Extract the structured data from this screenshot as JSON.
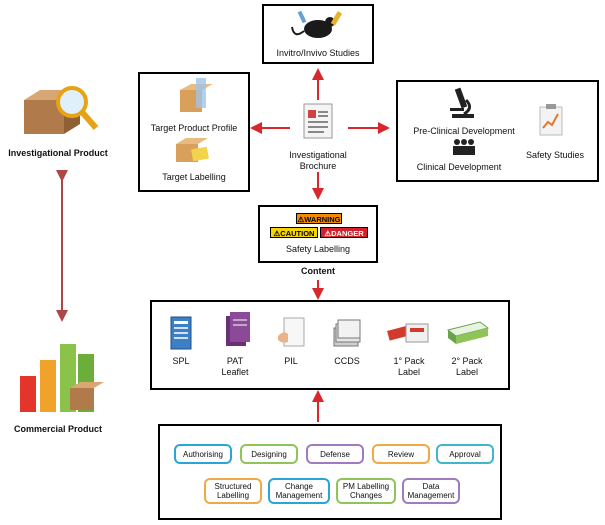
{
  "center": {
    "label_line1": "Investigational",
    "label_line2": "Brochure"
  },
  "top_box": {
    "label": "Invitro/Invivo Studies"
  },
  "left_box": {
    "profile_label": "Target Product Profile",
    "labelling_label": "Target Labelling"
  },
  "right_box": {
    "preclinical": "Pre-Clinical Development",
    "clinical": "Clinical Development",
    "safety": "Safety Studies"
  },
  "safety_box": {
    "warning": "WARNING",
    "caution": "CAUTION",
    "danger": "DANGER",
    "label": "Safety Labelling"
  },
  "content_label": "Content",
  "documents": [
    {
      "line1": "SPL",
      "line2": ""
    },
    {
      "line1": "PAT",
      "line2": "Leaflet"
    },
    {
      "line1": "PIL",
      "line2": ""
    },
    {
      "line1": "CCDS",
      "line2": ""
    },
    {
      "line1": "1° Pack",
      "line2": "Label"
    },
    {
      "line1": "2° Pack",
      "line2": "Label"
    }
  ],
  "process_row1": [
    "Authorising",
    "Designing",
    "Defense",
    "Review",
    "Approval"
  ],
  "process_row2": [
    {
      "line1": "Structured",
      "line2": "Labelling"
    },
    {
      "line1": "Change",
      "line2": "Management"
    },
    {
      "line1": "PM Labelling",
      "line2": "Changes"
    },
    {
      "line1": "Data",
      "line2": "Management"
    }
  ],
  "investigational_product": "Investigational Product",
  "commercial_product": "Commercial Product",
  "colors": {
    "arrow": "#d9272e",
    "double_arrow": "#b04545",
    "blue": "#2aa5d8",
    "green": "#8fc459",
    "purple": "#a07bbf",
    "orange": "#f0a944",
    "teal": "#3fb6c9"
  }
}
